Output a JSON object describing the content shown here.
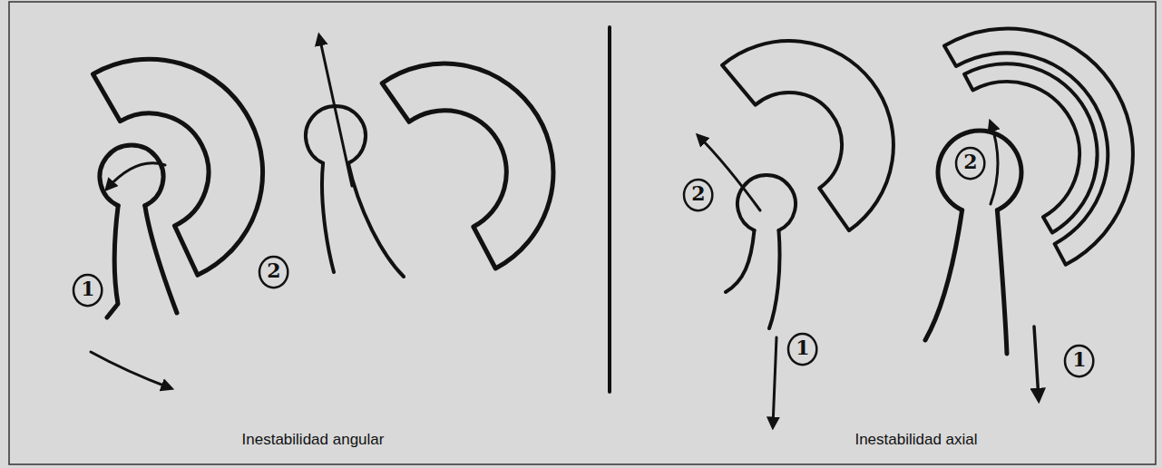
{
  "diagram": {
    "nodes": [
      {
        "text": [
          "1"
        ]
      },
      {
        "text": [
          "2"
        ]
      },
      {
        "text": [
          "2"
        ]
      },
      {
        "text": [
          "1"
        ]
      },
      {
        "text": [
          "2"
        ]
      },
      {
        "text": [
          "1"
        ]
      }
    ],
    "labels": [
      "Inestabilidad angular",
      "Inestabilidad axial"
    ]
  }
}
